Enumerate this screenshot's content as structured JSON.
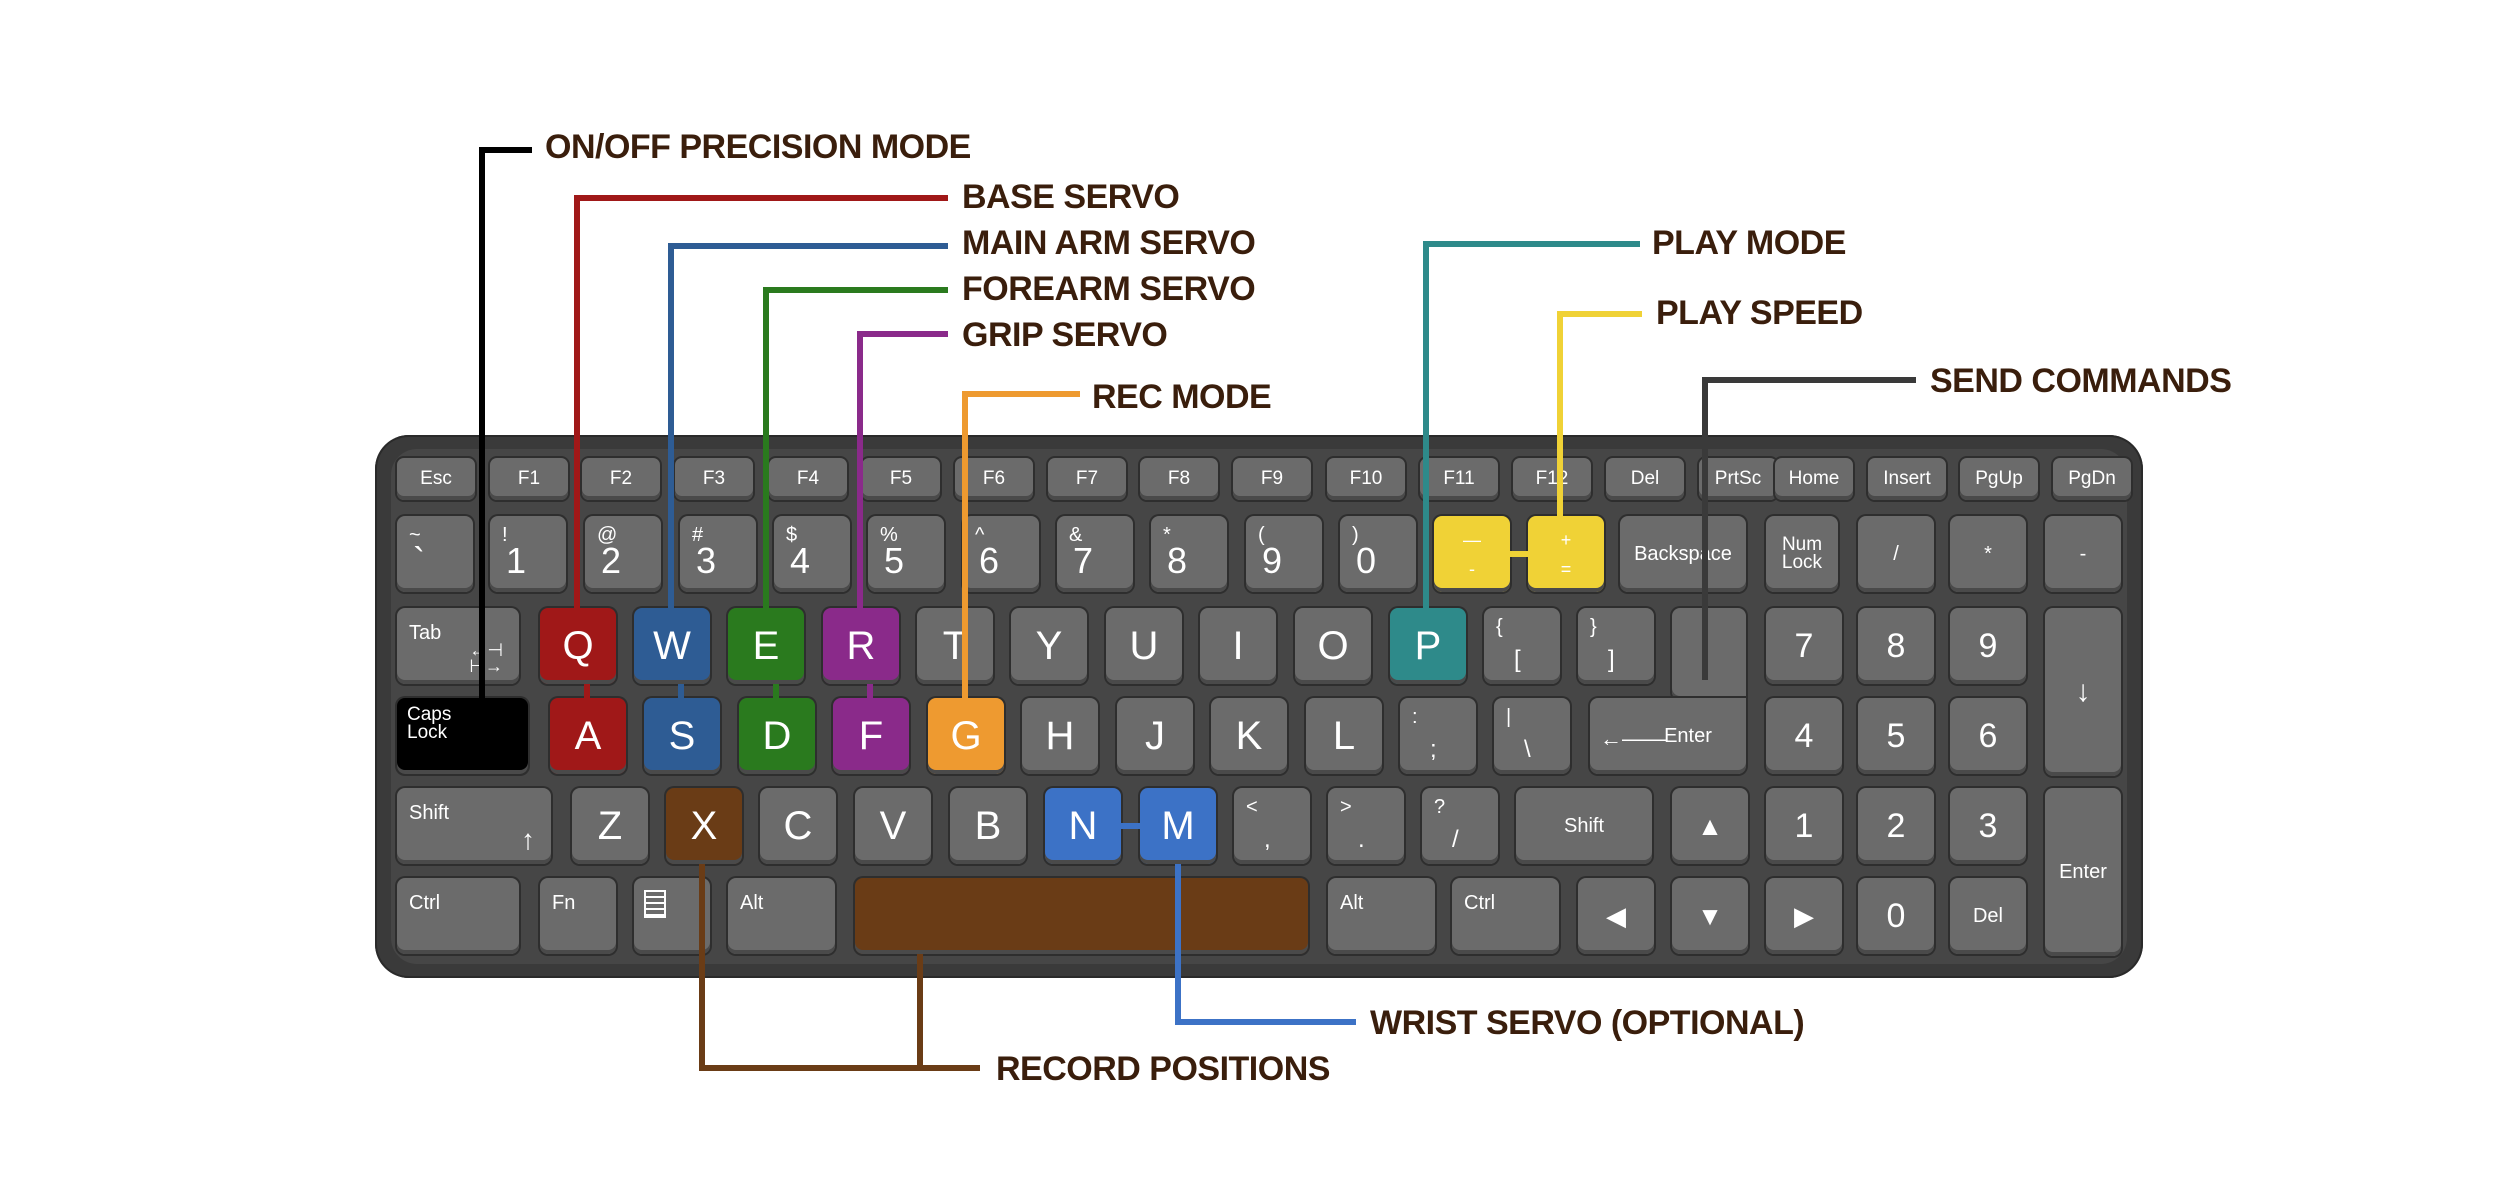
{
  "labels": {
    "precision": "ON/OFF PRECISION MODE",
    "base": "BASE SERVO",
    "main_arm": "MAIN ARM SERVO",
    "forearm": "FOREARM SERVO",
    "grip": "GRIP SERVO",
    "rec_mode": "REC MODE",
    "play_mode": "PLAY MODE",
    "play_speed": "PLAY SPEED",
    "send": "SEND COMMANDS",
    "wrist": "WRIST SERVO (OPTIONAL)",
    "record_positions": "RECORD POSITIONS"
  },
  "colors": {
    "base": "#a01818",
    "main_arm": "#2e5c94",
    "forearm": "#2a7a1e",
    "grip": "#8a2a8a",
    "rec": "#ee9a30",
    "play": "#2e8a8a",
    "speed": "#f0d236",
    "send": "#3a3a3a",
    "wrist": "#3c72c6",
    "record": "#6a3c16",
    "precision": "#000000"
  },
  "keys": {
    "fn_row": [
      "Esc",
      "F1",
      "F2",
      "F3",
      "F4",
      "F5",
      "F6",
      "F7",
      "F8",
      "F9",
      "F10",
      "F11",
      "F12",
      "Del",
      "PrtSc",
      "Home",
      "Insert",
      "PgUp",
      "PgDn"
    ],
    "num_row": [
      {
        "top": "~",
        "bottom": "`"
      },
      {
        "top": "!",
        "bottom": "1"
      },
      {
        "top": "@",
        "bottom": "2"
      },
      {
        "top": "#",
        "bottom": "3"
      },
      {
        "top": "$",
        "bottom": "4"
      },
      {
        "top": "%",
        "bottom": "5"
      },
      {
        "top": "^",
        "bottom": "6"
      },
      {
        "top": "&",
        "bottom": "7"
      },
      {
        "top": "*",
        "bottom": "8"
      },
      {
        "top": "(",
        "bottom": "9"
      },
      {
        "top": ")",
        "bottom": "0"
      },
      {
        "top": "—",
        "bottom": "-"
      },
      {
        "top": "+",
        "bottom": "="
      }
    ],
    "backspace": "Backspace",
    "numlock": "Num Lock",
    "numpad_top": [
      "/",
      "*",
      "-"
    ],
    "tab": "Tab",
    "q_row": [
      "Q",
      "W",
      "E",
      "R",
      "T",
      "Y",
      "U",
      "I",
      "O",
      "P"
    ],
    "brackets": [
      {
        "top": "{",
        "bottom": "["
      },
      {
        "top": "}",
        "bottom": "]"
      }
    ],
    "numpad_row2": [
      "7",
      "8",
      "9"
    ],
    "caps": "Caps Lock",
    "a_row": [
      "A",
      "S",
      "D",
      "F",
      "G",
      "H",
      "J",
      "K",
      "L"
    ],
    "a_row_punct": [
      {
        "top": ":",
        "bottom": ";"
      },
      {
        "top": "|",
        "bottom": "\\"
      }
    ],
    "enter": "Enter",
    "numpad_row3": [
      "4",
      "5",
      "6"
    ],
    "shift": "Shift",
    "z_row": [
      "Z",
      "X",
      "C",
      "V",
      "B",
      "N",
      "M"
    ],
    "z_row_punct": [
      {
        "top": "<",
        "bottom": ","
      },
      {
        "top": ">",
        "bottom": "."
      },
      {
        "top": "?",
        "bottom": "/"
      }
    ],
    "numpad_row4": [
      "1",
      "2",
      "3"
    ],
    "numpad_enter": "Enter",
    "ctrl": "Ctrl",
    "fn": "Fn",
    "alt": "Alt",
    "numpad_row5": [
      "0",
      "Del"
    ],
    "arrow_up": "▲",
    "arrow_down": "▼",
    "arrow_left": "◀",
    "arrow_right": "▶",
    "numpad_down": "↓"
  }
}
